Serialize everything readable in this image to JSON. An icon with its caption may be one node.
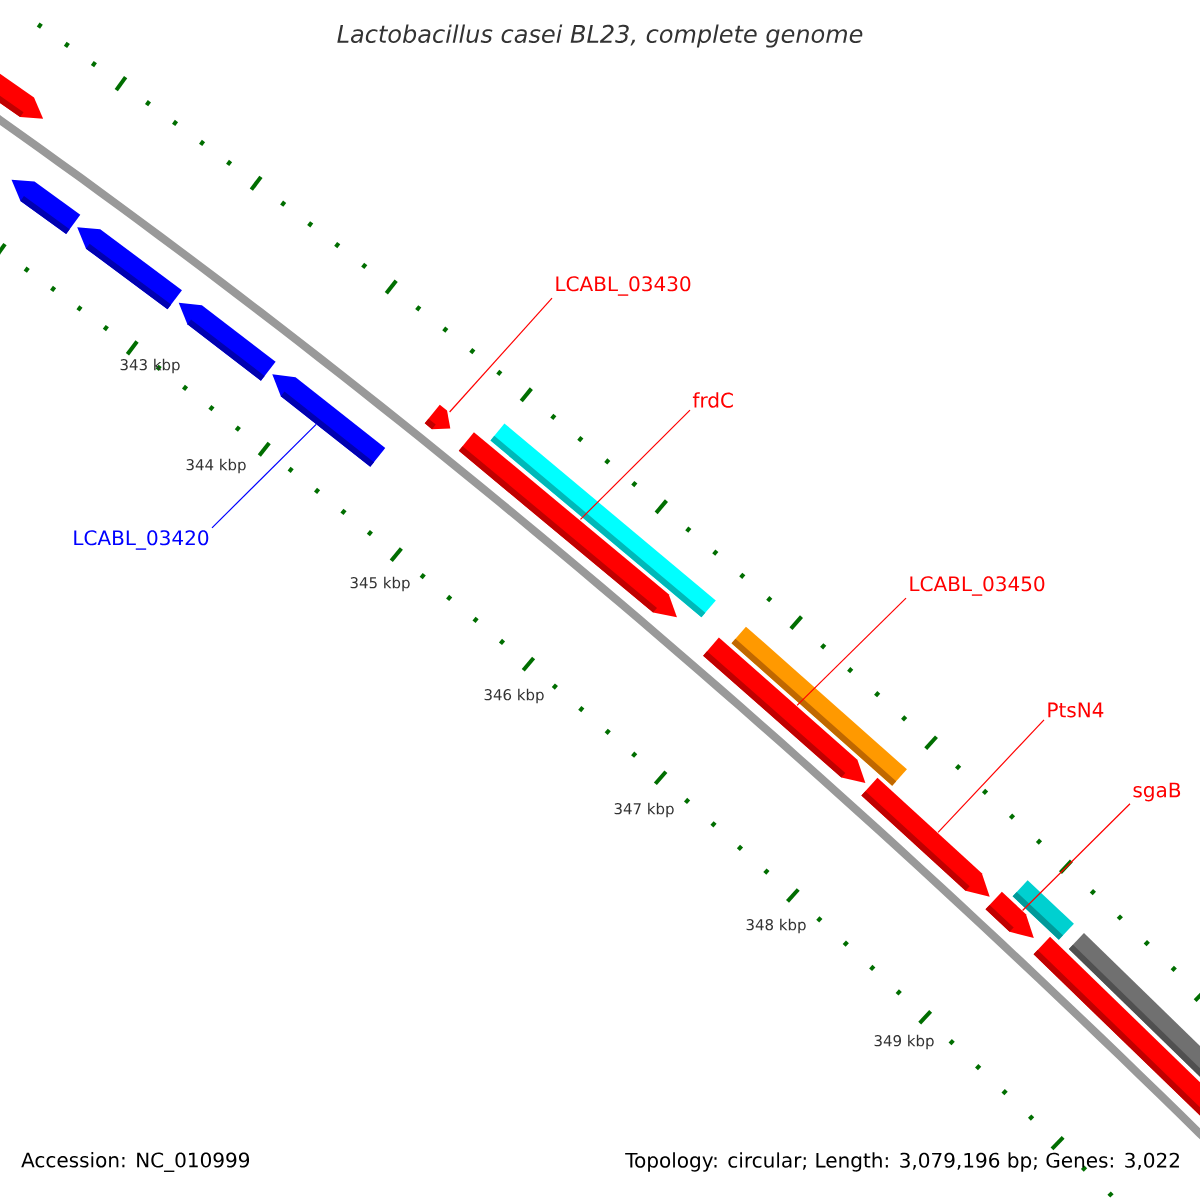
{
  "diagram": {
    "title": "Lactobacillus casei BL23, complete genome",
    "nodes": [
      {
        "text": [
          "LCABL_03420"
        ]
      },
      {
        "text": [
          "LCABL_03430"
        ]
      },
      {
        "text": [
          "frdC"
        ]
      },
      {
        "text": [
          "LCABL_03450"
        ]
      },
      {
        "text": [
          "PtsN4"
        ]
      },
      {
        "text": [
          "sgaB"
        ]
      },
      {
        "text": [],
        "shape": "bar"
      },
      {
        "text": [],
        "shape": "bar"
      },
      {
        "text": [],
        "shape": "bar"
      },
      {
        "text": [],
        "shape": "bar"
      },
      {
        "text": [],
        "shape": "bar"
      },
      {
        "text": [],
        "shape": "bar"
      },
      {
        "text": [],
        "shape": "bar"
      },
      {
        "text": [],
        "shape": "bar"
      },
      {
        "text": [],
        "shape": "bar"
      },
      {
        "text": [],
        "shape": "bar"
      },
      {
        "text": [],
        "shape": "bar"
      },
      {
        "text": [],
        "shape": "bar"
      },
      {
        "text": [],
        "shape": "bar"
      },
      {
        "text": [],
        "shape": "bar"
      },
      {
        "text": [],
        "shape": "bar"
      }
    ],
    "edges": [
      {
        "from": 0,
        "to": 10,
        "arrow": "none",
        "color": "#0000ff"
      },
      {
        "from": 1,
        "to": 11,
        "arrow": "none"
      },
      {
        "from": 2,
        "to": 12,
        "arrow": "none"
      },
      {
        "from": 3,
        "to": 14,
        "arrow": "none"
      },
      {
        "from": 4,
        "to": 16,
        "arrow": "none"
      },
      {
        "from": 5,
        "to": 17,
        "arrow": "none"
      }
    ],
    "labels": [
      "343 kbp",
      "344 kbp",
      "345 kbp",
      "346 kbp",
      "347 kbp",
      "348 kbp",
      "349 kbp",
      "Accession: NC_010999",
      "Topology: circular; Length: 3,079,196 bp; Genes: 3,022"
    ]
  }
}
